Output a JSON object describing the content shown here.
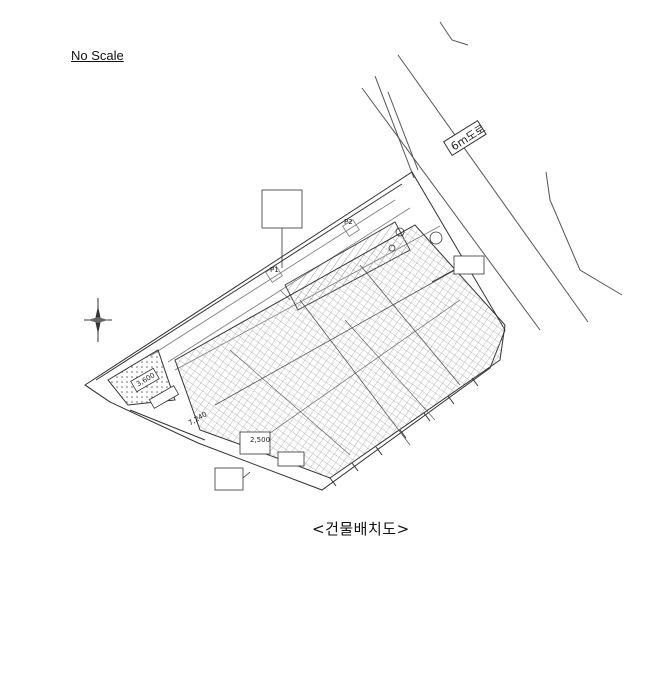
{
  "header": {
    "scale_note": "No Scale"
  },
  "plan": {
    "road_label": "6m도로",
    "area_label_1": "3,600",
    "area_label_2": "7,240",
    "dim_label_1": "2,500",
    "pin_labels": [
      "P1",
      "P2"
    ],
    "north_arrow": "north-arrow-icon"
  },
  "caption": {
    "text": "<건물배치도>"
  }
}
